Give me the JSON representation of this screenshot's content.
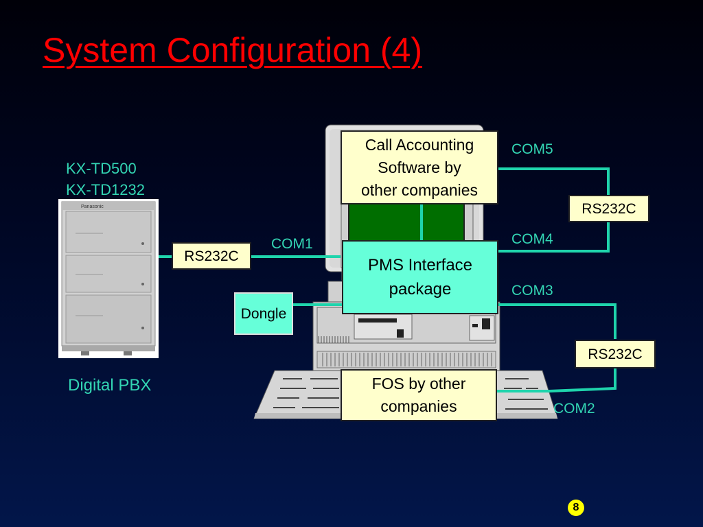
{
  "slide": {
    "title": "System Configuration (4)",
    "page_number": "8"
  },
  "pbx": {
    "model_line1": "KX-TD500",
    "model_line2": "KX-TD1232",
    "name": "Digital PBX",
    "brand": "Panasonic"
  },
  "ports": {
    "com1": "COM1",
    "com2": "COM2",
    "com3": "COM3",
    "com4": "COM4",
    "com5": "COM5"
  },
  "boxes": {
    "rs232c_left": "RS232C",
    "rs232c_top_right": "RS232C",
    "rs232c_bottom_right": "RS232C",
    "call_accounting_line1": "Call Accounting",
    "call_accounting_line2": "Software by",
    "call_accounting_line3": "other companies",
    "pms_line1": "PMS Interface",
    "pms_line2": "package",
    "dongle": "Dongle",
    "fos_line1": "FOS by other",
    "fos_line2": "companies"
  },
  "colors": {
    "title": "#ff0000",
    "label_text": "#33d6b4",
    "connection_line": "#1fd4ac",
    "callout_fill": "#ffffcc",
    "pms_fill": "#66ffd9"
  }
}
